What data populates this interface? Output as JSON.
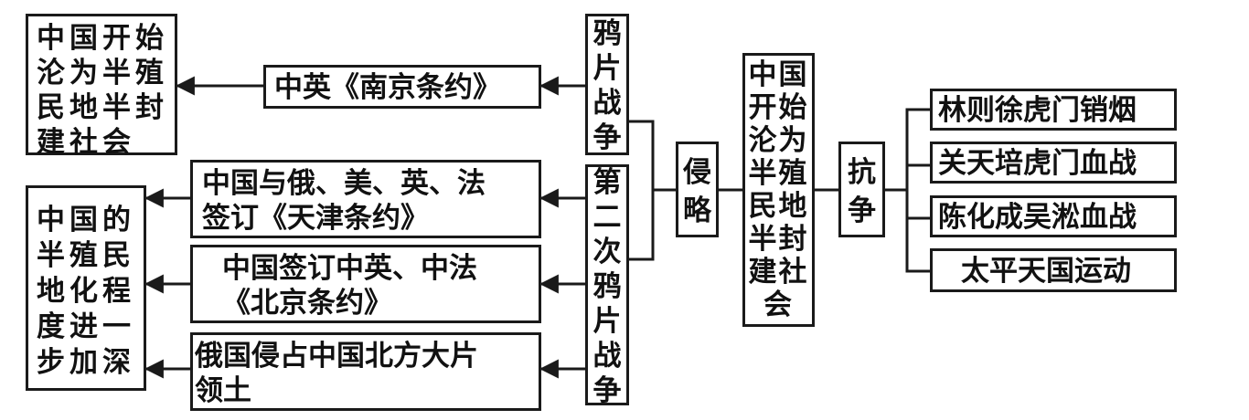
{
  "result_top": "中国开始\n沦为半殖\n民地半封\n建社会",
  "result_bottom": "中国的\n半殖民\n地化程\n度进一\n步加深",
  "treaty_nanjing": "中英《南京条约》",
  "treaty_tianjin": "中国与俄、美、英、法\n签订《天津条约》",
  "treaty_beijing": "中国签订中英、中法\n《北京条约》",
  "treaty_russia": "俄国侵占中国北方大片\n领土",
  "war_first": "鸦\n片\n战\n争",
  "war_second": "第\n二\n次\n鸦\n片\n战\n争",
  "invasion": "侵\n略",
  "center_result": "中国\n开始\n沦为\n半殖\n民地\n半封\n建社\n会",
  "struggle": "抗\n争",
  "struggle_items": [
    "林则徐虎门销烟",
    "关天培虎门血战",
    "陈化成吴淞血战",
    "太平天国运动"
  ]
}
